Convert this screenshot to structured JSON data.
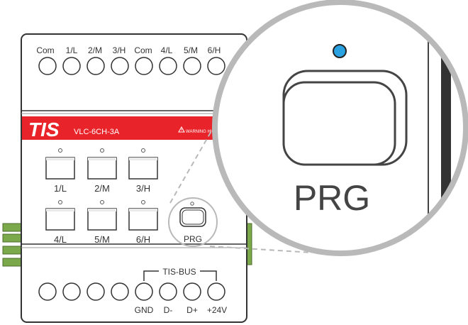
{
  "device": {
    "brand": "TIS",
    "model": "VLC-6CH-3A",
    "warning": "WARNING HIGH",
    "top_terminals": [
      "Com",
      "1/L",
      "2/M",
      "3/H",
      "Com",
      "4/L",
      "5/M",
      "6/H"
    ],
    "channel_buttons": [
      "1/L",
      "2/M",
      "3/H",
      "4/L",
      "5/M",
      "6/H"
    ],
    "prg_label": "PRG",
    "bus_title": "TIS-BUS",
    "bottom_terminals": [
      "",
      "",
      "",
      "",
      "GND",
      "D-",
      "D+",
      "+24V"
    ]
  },
  "zoom": {
    "label": "PRG",
    "led_color": "#2aa1e0"
  },
  "colors": {
    "brand_red": "#e8232a",
    "outline": "#333333",
    "callout_gray": "#b9b9b9",
    "connector_green": "#7aa84a"
  }
}
